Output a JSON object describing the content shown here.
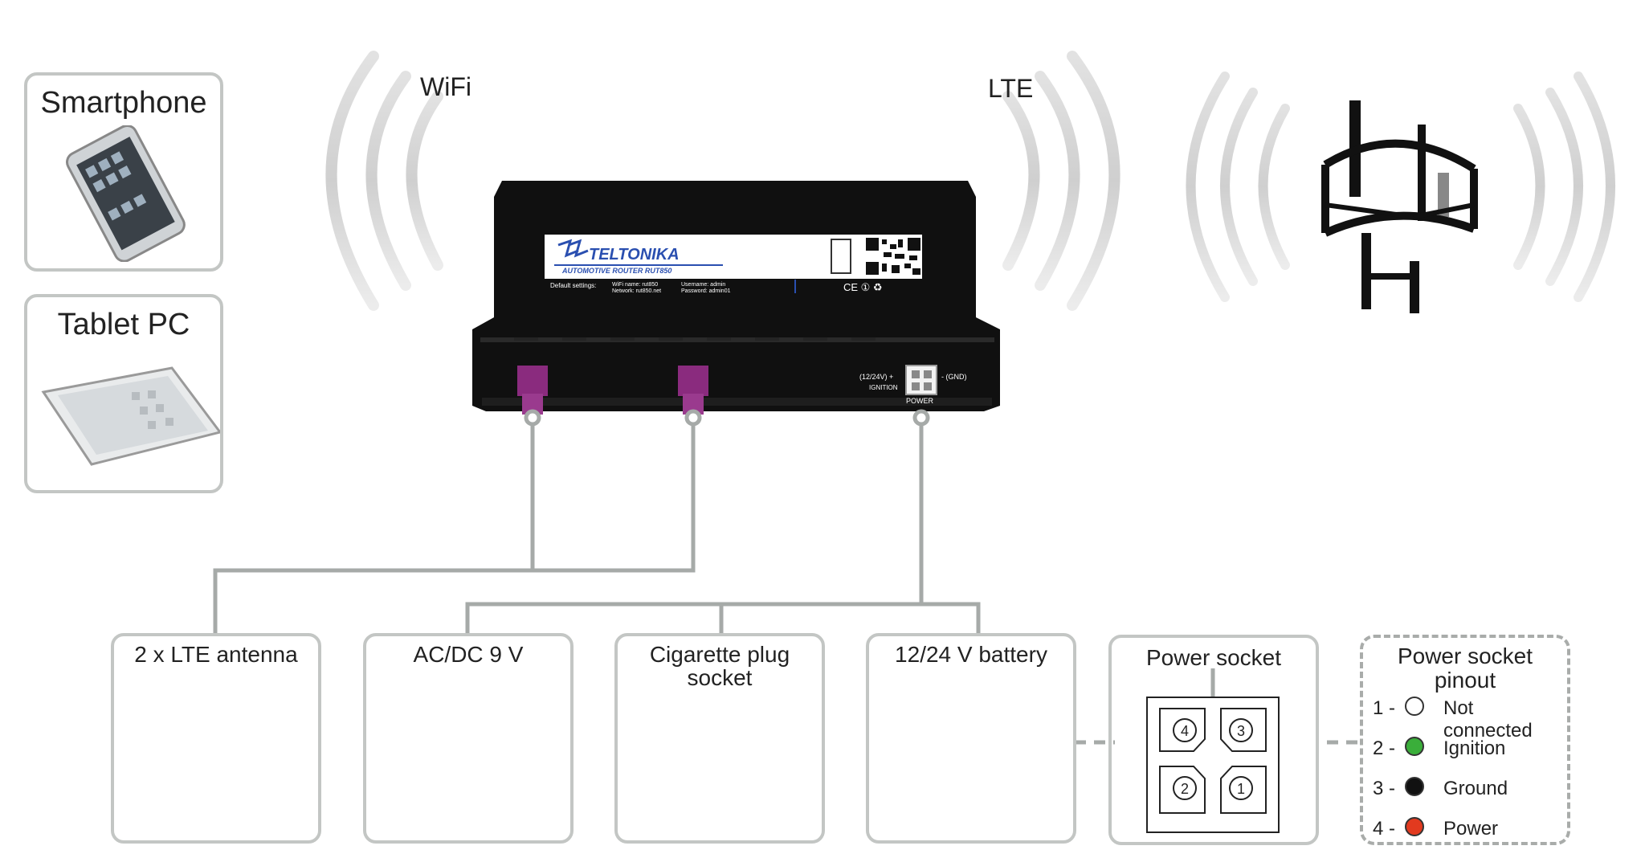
{
  "devices": {
    "smartphone": "Smartphone",
    "tablet": "Tablet PC"
  },
  "wireless": {
    "wifi": "WiFi",
    "lte": "LTE"
  },
  "router": {
    "brand": "TELTONIKA",
    "model": "AUTOMOTIVE ROUTER RUT850",
    "defaults_label": "Default settings:",
    "defaults_col1": [
      "WiFi name: rut850",
      "Network: rut850.net"
    ],
    "defaults_col2": [
      "Username: admin",
      "Password: admin01"
    ],
    "cert_marks": "CE ① ♻",
    "power_label": "POWER",
    "ignition_label": "IGNITION",
    "power_pins_left": "(12/24V) +",
    "power_pins_right": "- (GND)"
  },
  "boxes": [
    {
      "key": "lte-antenna",
      "title_lines": [
        "2 x LTE antenna"
      ]
    },
    {
      "key": "ac-dc",
      "title_lines": [
        "AC/DC 9 V"
      ]
    },
    {
      "key": "cigarette",
      "title_lines": [
        "Cigarette plug",
        "socket"
      ]
    },
    {
      "key": "battery",
      "title_lines": [
        "12/24 V battery"
      ]
    },
    {
      "key": "power-socket",
      "title_lines": [
        "Power socket"
      ]
    }
  ],
  "socket_pins": [
    "4",
    "3",
    "2",
    "1"
  ],
  "pinout": {
    "title_lines": [
      "Power socket",
      "pinout"
    ],
    "pins": [
      {
        "num": "1 -",
        "color": "#ffffff",
        "label": "Not connected"
      },
      {
        "num": "2 -",
        "color": "#3aae3a",
        "label": "Ignition"
      },
      {
        "num": "3 -",
        "color": "#111111",
        "label": "Ground"
      },
      {
        "num": "4 -",
        "color": "#e23a1f",
        "label": "Power"
      }
    ]
  },
  "colors": {
    "connector_line": "#a6aaa8",
    "box_border": "#c3c6c4",
    "antenna_connector": "#8a2b7e",
    "router_body": "#101010"
  }
}
